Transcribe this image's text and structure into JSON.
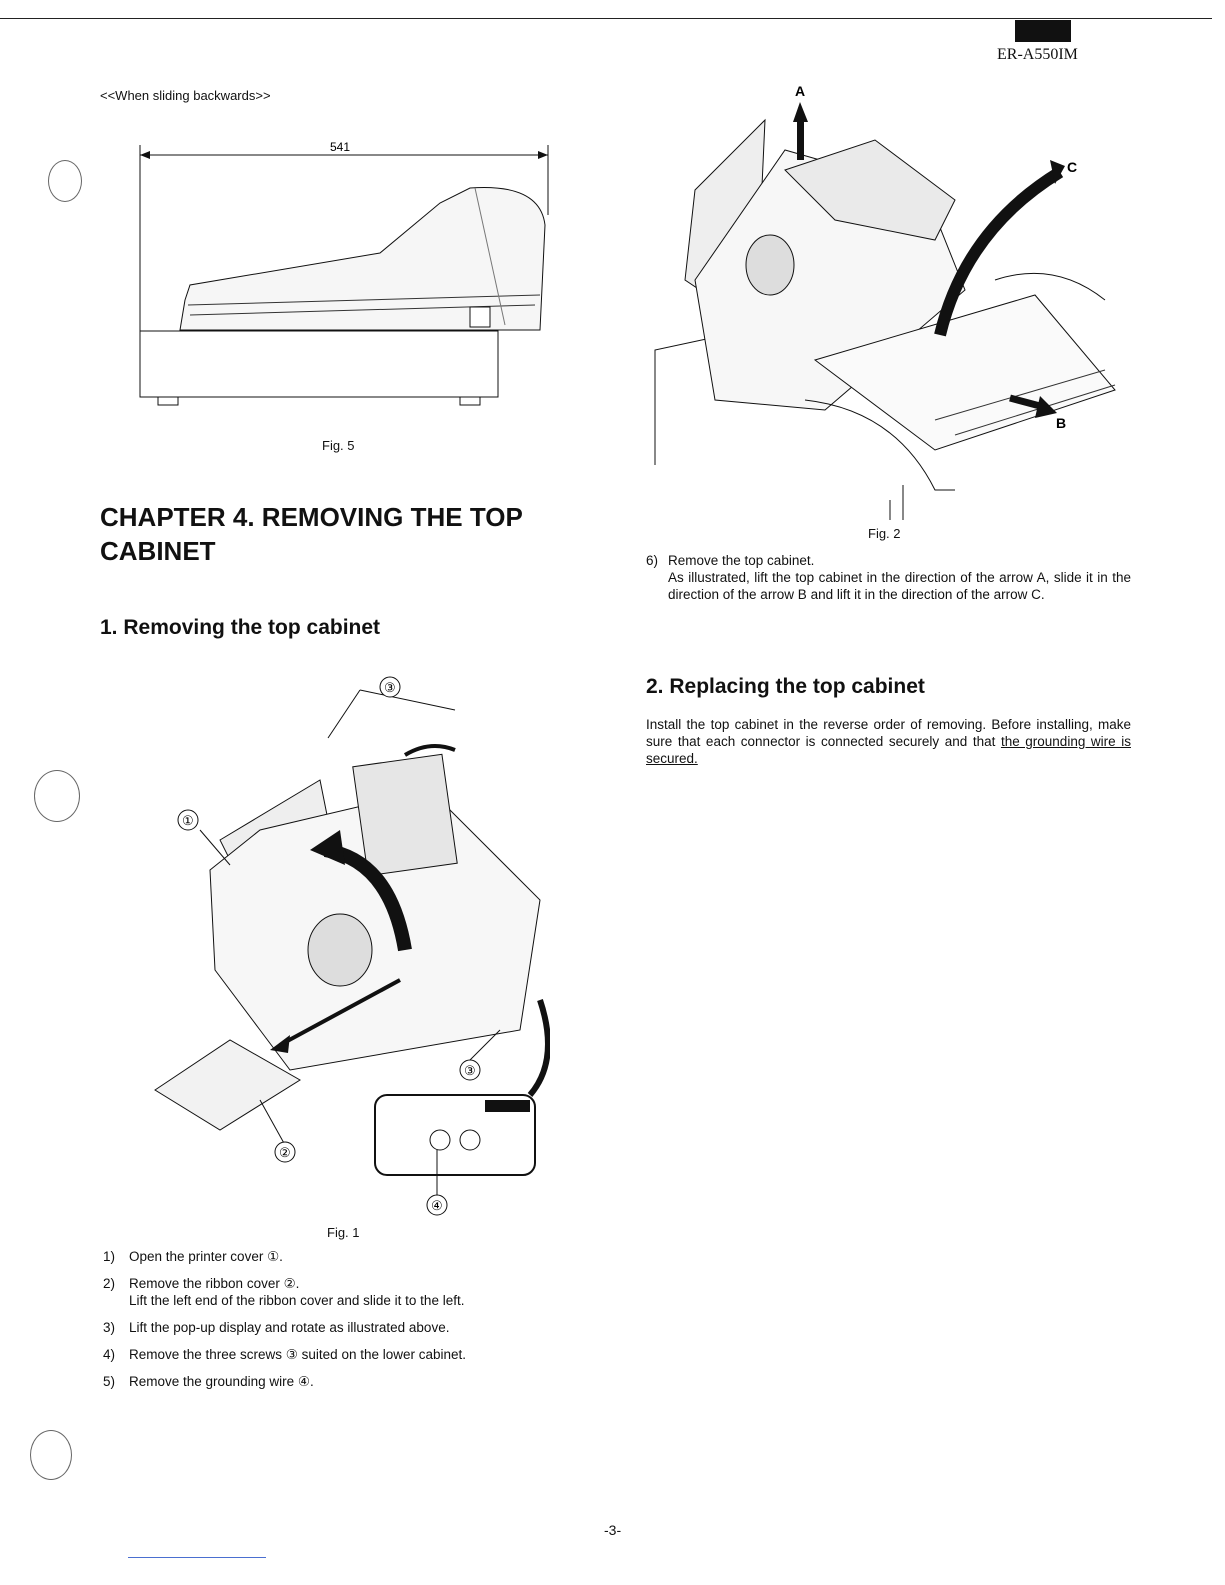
{
  "header": {
    "model": "ER-A550IM"
  },
  "fig5": {
    "note": "<<When sliding backwards>>",
    "dimension": "541",
    "caption": "Fig. 5"
  },
  "chapter": {
    "title": "CHAPTER 4. REMOVING THE TOP CABINET"
  },
  "section1": {
    "title": "1. Removing the top cabinet",
    "fig1": {
      "caption": "Fig. 1",
      "callouts": [
        "①",
        "②",
        "③",
        "③",
        "④"
      ]
    },
    "steps": [
      {
        "num": "1)",
        "text": "Open the printer cover ①."
      },
      {
        "num": "2)",
        "text": "Remove the ribbon cover ②.",
        "sub": "Lift the left end of the ribbon cover and slide it to the left."
      },
      {
        "num": "3)",
        "text": "Lift the pop-up display and rotate as illustrated above."
      },
      {
        "num": "4)",
        "text": "Remove the three screws ③ suited on the lower cabinet."
      },
      {
        "num": "5)",
        "text": "Remove the grounding wire ④."
      }
    ]
  },
  "fig2": {
    "caption": "Fig. 2",
    "labels": {
      "a": "A",
      "b": "B",
      "c": "C"
    }
  },
  "step6": {
    "num": "6)",
    "text": "Remove the top cabinet.",
    "sub": "As illustrated, lift the top cabinet in the direction of the arrow A, slide it in the direction of the arrow B and lift it in the direction of the arrow C."
  },
  "section2": {
    "title": "2. Replacing the top cabinet",
    "body_main": "Install the top cabinet in the reverse order of removing. Before installing, make sure that each connector is connected securely and that",
    "body_underlined": "the grounding wire is secured."
  },
  "footer": {
    "page": "-3-"
  }
}
